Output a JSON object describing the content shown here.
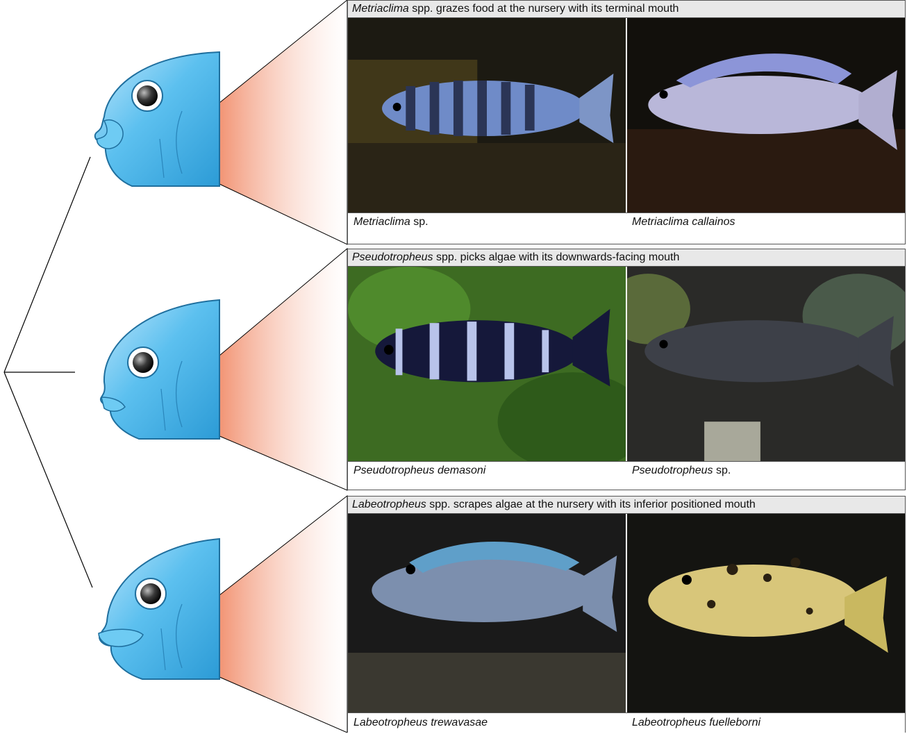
{
  "panels": [
    {
      "header_italic": "Metriaclima",
      "header_rest": " spp. grazes food at the nursery with its terminal mouth",
      "captions": [
        {
          "italic": "Metriaclima",
          "rest": " sp."
        },
        {
          "italic": "Metriaclima callainos",
          "rest": ""
        }
      ]
    },
    {
      "header_italic": "Pseudotropheus",
      "header_rest": " spp. picks algae with its downwards-facing mouth",
      "captions": [
        {
          "italic": "Pseudotropheus demasoni",
          "rest": ""
        },
        {
          "italic": "Pseudotropheus",
          "rest": " sp."
        }
      ]
    },
    {
      "header_italic": "Labeotropheus",
      "header_rest": " spp. scrapes algae at the nursery with its inferior positioned mouth",
      "captions": [
        {
          "italic": "Labeotropheus trewavasae",
          "rest": ""
        },
        {
          "italic": "Labeotropheus fuelleborni",
          "rest": ""
        }
      ]
    }
  ],
  "colors": {
    "fish_head_fill": "#4fb8ea",
    "fish_head_stroke": "#1f6f9e",
    "wedge_fill": "#f5a27a",
    "panel_header_bg": "#e8e8e8"
  },
  "icons": {
    "fish_heads": [
      "fish-head-terminal-mouth-icon",
      "fish-head-downward-mouth-icon",
      "fish-head-inferior-mouth-icon"
    ]
  }
}
